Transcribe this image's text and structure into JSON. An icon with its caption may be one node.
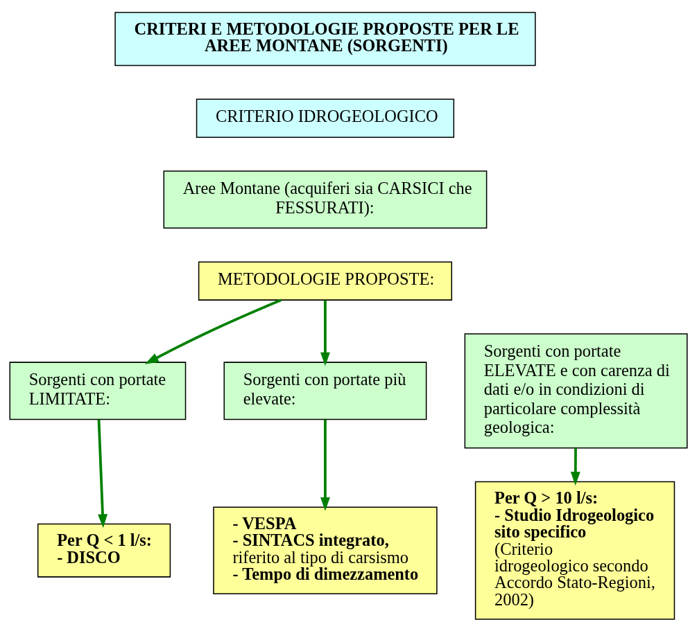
{
  "diagram": {
    "nodes": [
      {
        "text": [
          "CRITERI E METODOLOGIE PROPOSTE PER LE AREE MONTANE (SORGENTI)"
        ]
      },
      {
        "text": [
          "CRITERIO IDROGEOLOGICO"
        ]
      },
      {
        "text": [
          "Aree Montane (acquiferi sia CARSICI che FESSURATI):"
        ]
      },
      {
        "text": [
          "METODOLOGIE PROPOSTE:"
        ]
      },
      {
        "text": [
          "Sorgenti con portate LIMITATE:"
        ]
      },
      {
        "text": [
          "Sorgenti con portate più elevate:"
        ]
      },
      {
        "text": [
          "Sorgenti con portate ELEVATE e con carenza di dati e/o in condizioni di particolare complessità geologica:"
        ]
      },
      {
        "text": [
          "Per Q < 1 l/s:",
          "- DISCO"
        ]
      },
      {
        "text": [
          "- VESPA",
          "**- SINTACS integrato,** riferito al tipo di carsismo",
          "- Tempo di dimezzamento"
        ]
      },
      {
        "text": [
          "Per Q > 10 l/s:",
          "**- Studio Idrogeologico sito specifico** (Criterio idrogeologico secondo Accordo Stato-Regioni, 2002)"
        ]
      }
    ],
    "edges": [
      {
        "from": 3,
        "to": 4,
        "arrow": "to",
        "color": "#008000"
      },
      {
        "from": 3,
        "to": 5,
        "arrow": "to",
        "color": "#008000"
      },
      {
        "from": 4,
        "to": 7,
        "arrow": "to",
        "color": "#008000"
      },
      {
        "from": 5,
        "to": 8,
        "arrow": "to",
        "color": "#008000"
      },
      {
        "from": 6,
        "to": 9,
        "arrow": "to",
        "color": "#008000"
      }
    ]
  }
}
